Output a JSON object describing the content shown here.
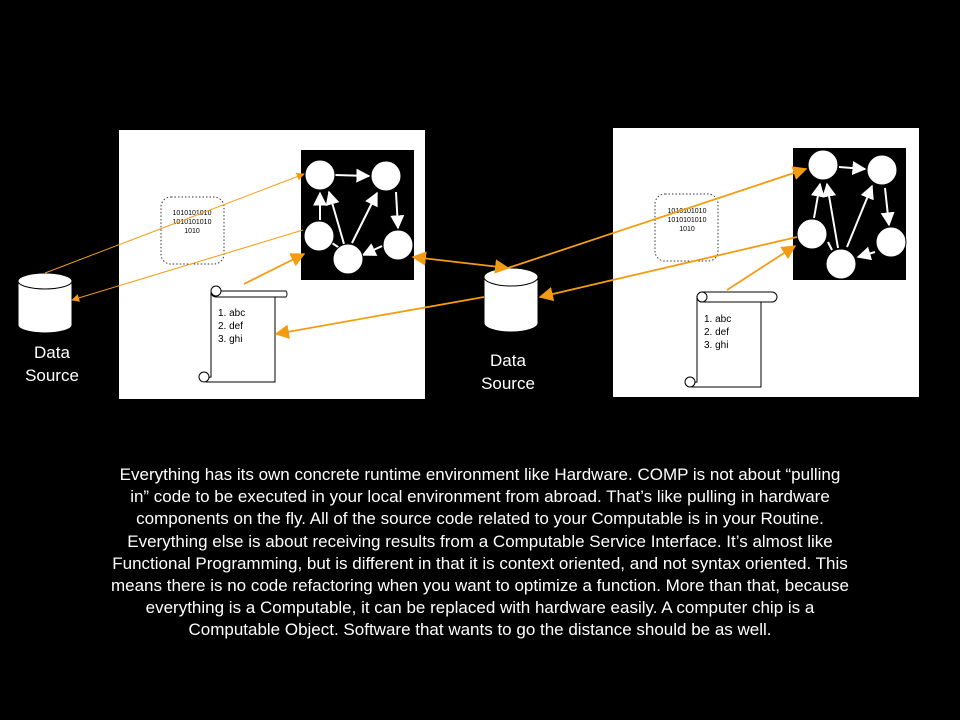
{
  "data_source_left": {
    "line1": "Data",
    "line2": "Source"
  },
  "data_source_middle": {
    "line1": "Data",
    "line2": "Source"
  },
  "binary_left": [
    "1010101010",
    "1010101010",
    "1010"
  ],
  "binary_right": [
    "1010101010",
    "1010101010",
    "1010"
  ],
  "list_left": [
    "1. abc",
    "2. def",
    "3. ghi"
  ],
  "list_right": [
    "1. abc",
    "2. def",
    "3. ghi"
  ],
  "caption": "Everything has its own concrete runtime environment like Hardware. COMP is not about “pulling in” code to be executed in your local environment from abroad. That’s like pulling in hardware components on the fly. All of the source code related to your Computable is in your Routine. Everything else is about receiving results from a Computable Service Interface. It’s almost like Functional Programming, but is different in that it is context oriented, and not syntax oriented. This means there is no code refactoring when you want to optimize a function. More than that, because everything is a Computable, it can be replaced with hardware easily. A computer chip is a Computable Object. Software that wants to go the distance should be as well.",
  "colors": {
    "background": "#000000",
    "panel": "#ffffff",
    "arrow": "#f39c12",
    "text": "#ffffff"
  }
}
